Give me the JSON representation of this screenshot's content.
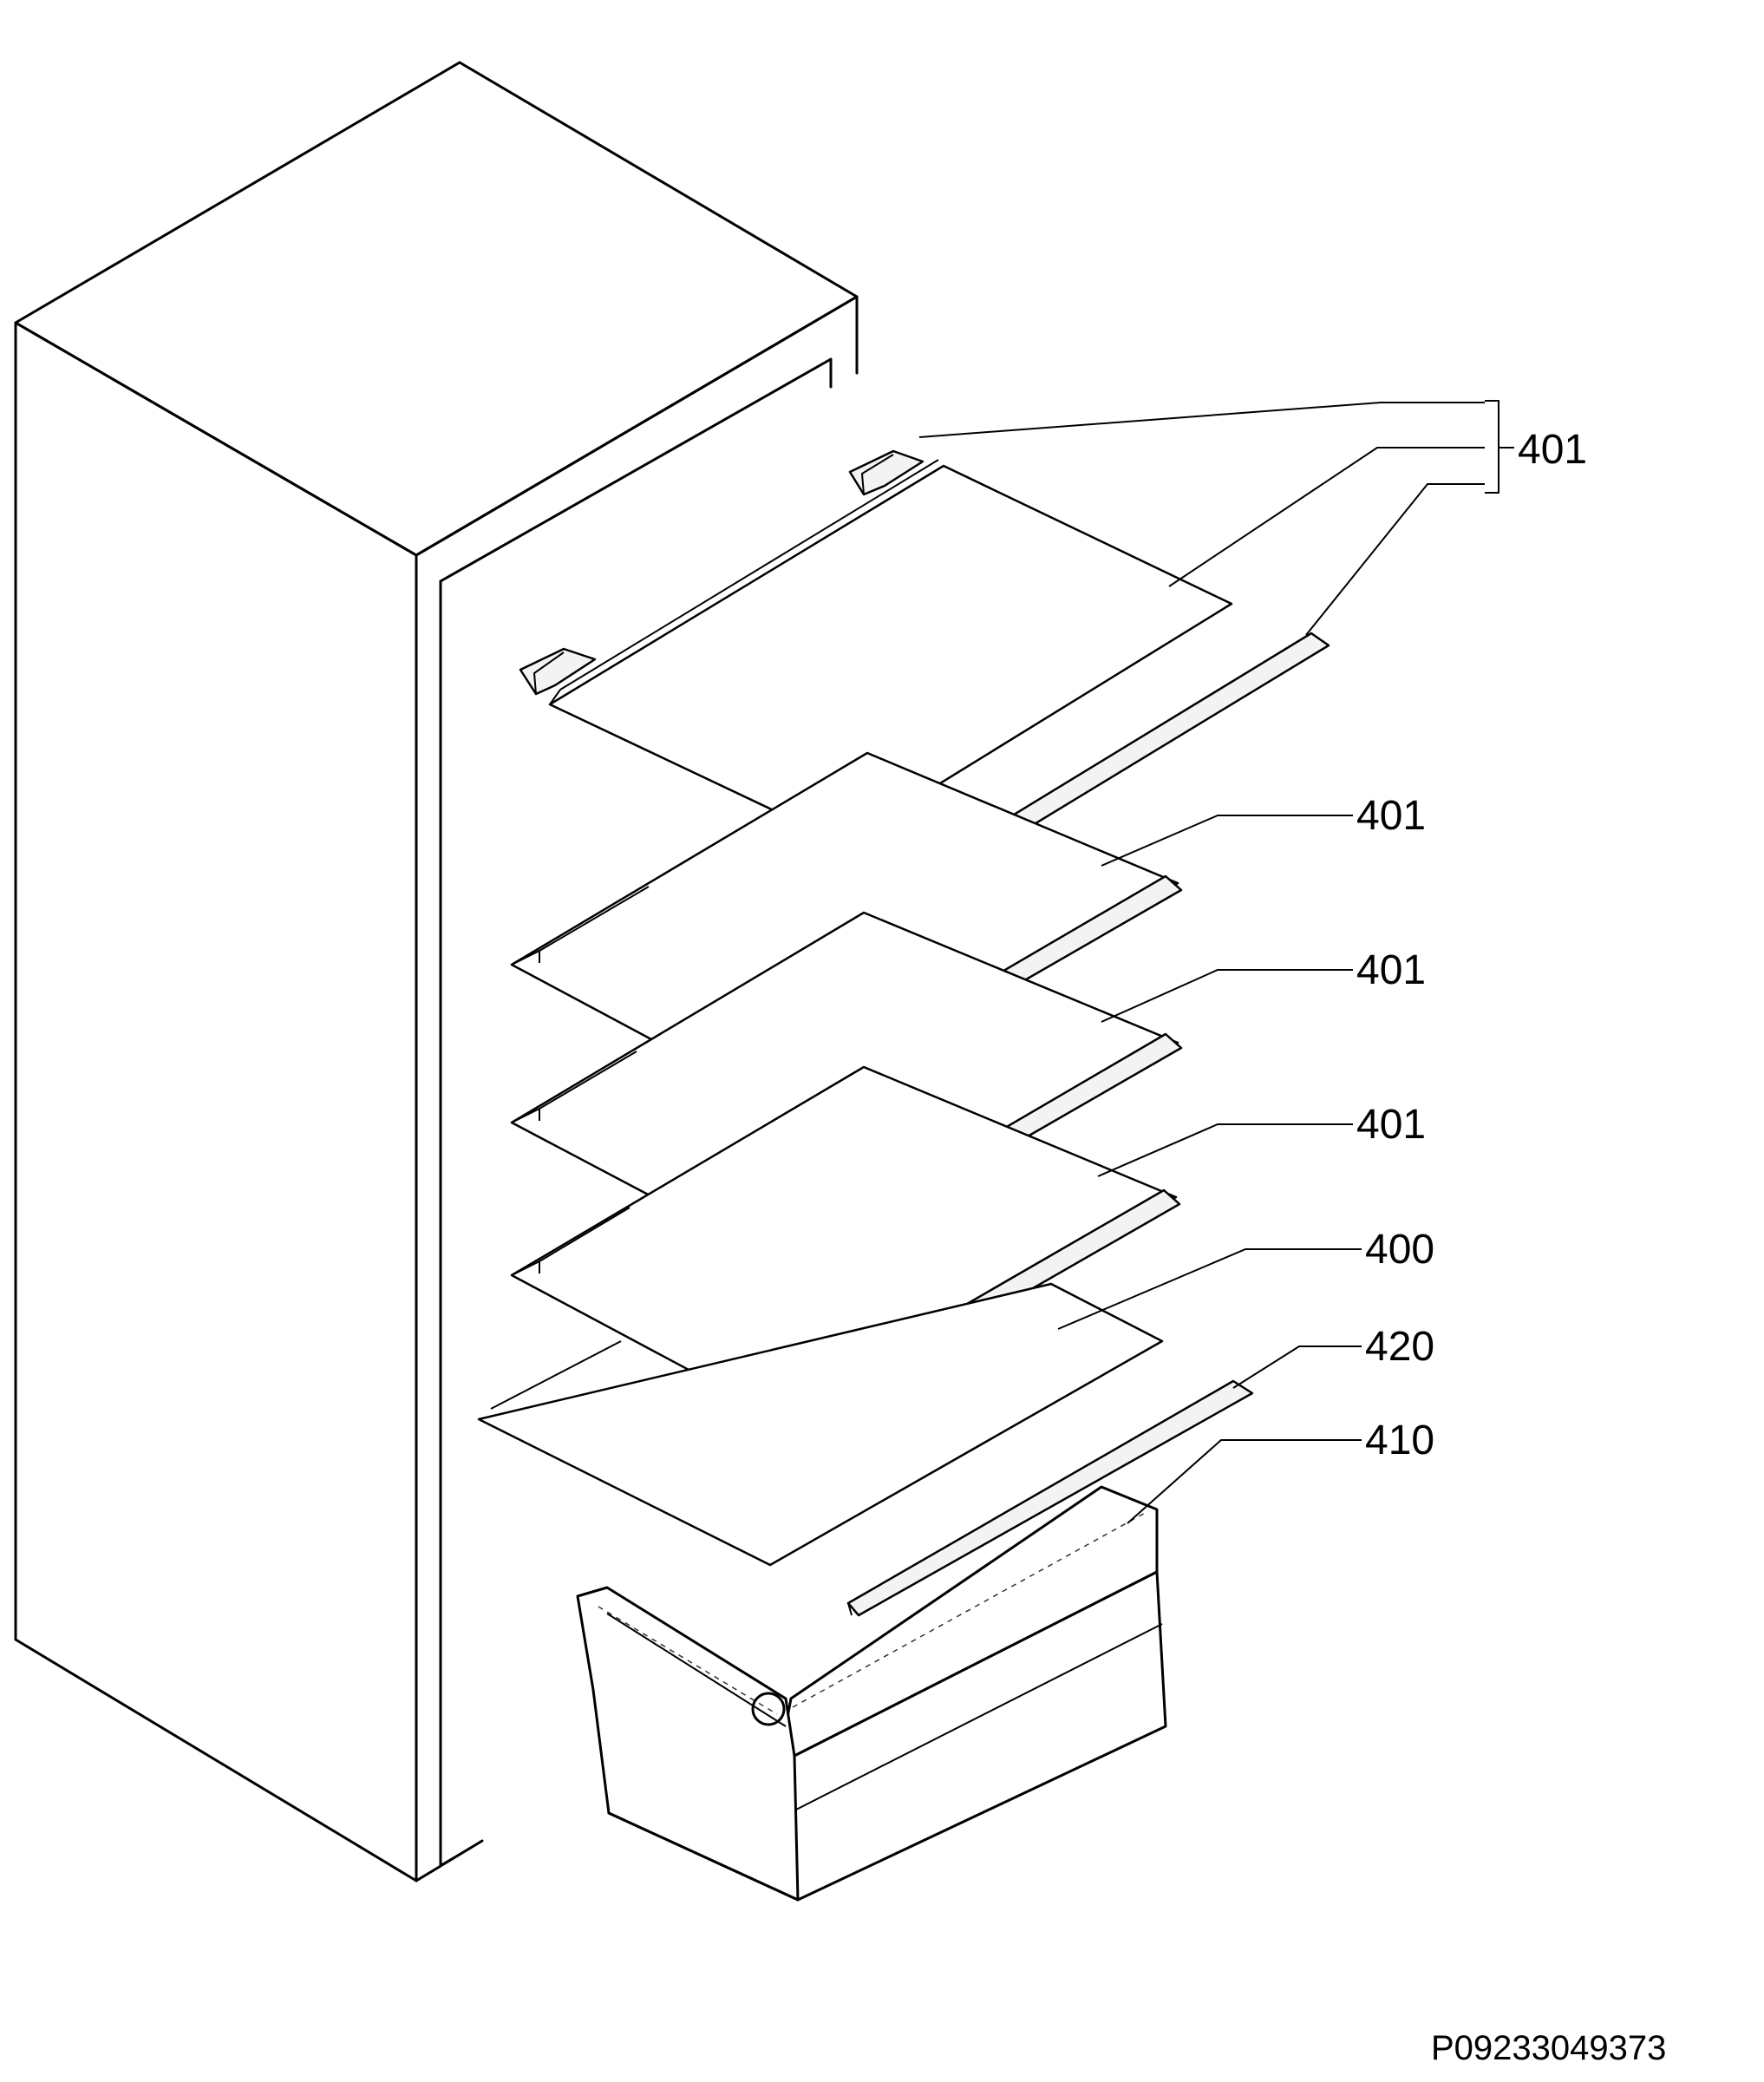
{
  "diagram": {
    "callouts": [
      {
        "id": "c1",
        "label": "401"
      },
      {
        "id": "c2",
        "label": "401"
      },
      {
        "id": "c3",
        "label": "401"
      },
      {
        "id": "c4",
        "label": "401"
      },
      {
        "id": "c5",
        "label": "400"
      },
      {
        "id": "c6",
        "label": "420"
      },
      {
        "id": "c7",
        "label": "410"
      }
    ],
    "document_id": "P09233049373"
  }
}
